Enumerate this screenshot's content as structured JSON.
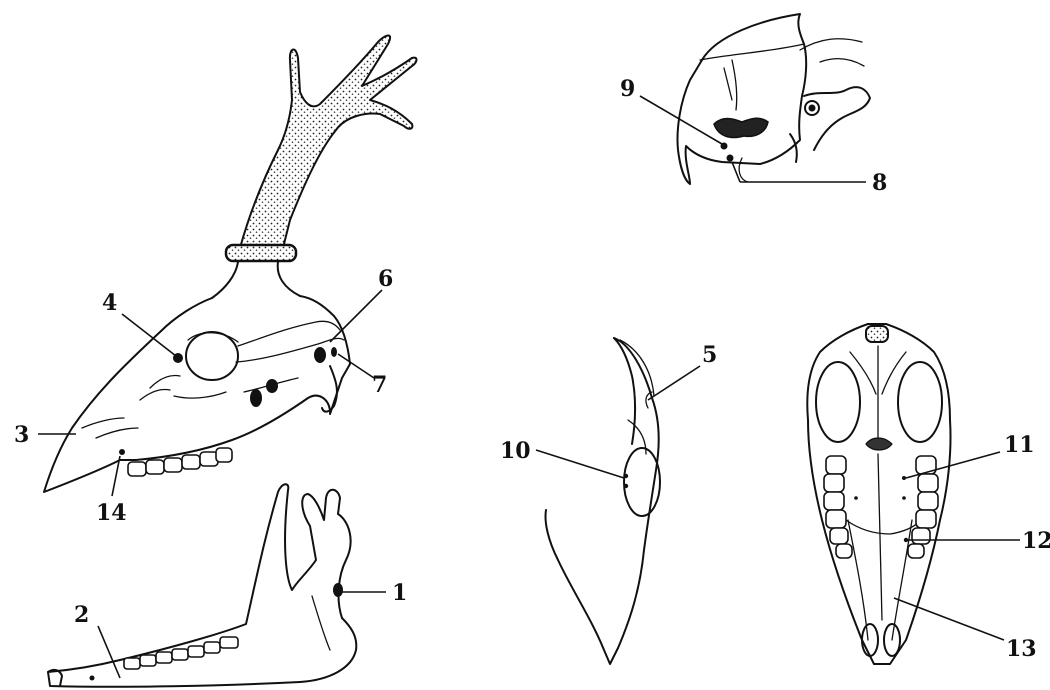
{
  "labels": {
    "l1": "1",
    "l2": "2",
    "l3": "3",
    "l4": "4",
    "l5": "5",
    "l6": "6",
    "l7": "7",
    "l8": "8",
    "l9": "9",
    "l10": "10",
    "l11": "11",
    "l12": "12",
    "l13": "13",
    "l14": "14"
  },
  "colors": {
    "ink": "#111111",
    "antler_fill": "#bdbdbd",
    "background": "#ffffff"
  },
  "views": [
    "lateral-skull-with-antler",
    "mandible-lateral",
    "occipital-view",
    "frontal-dorsal-view",
    "ventral-skull-view"
  ]
}
